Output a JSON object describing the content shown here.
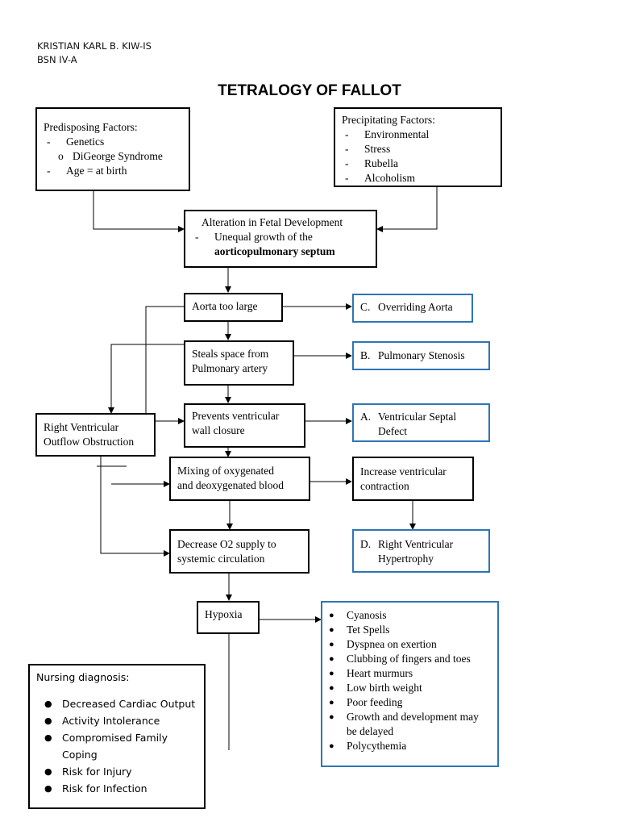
{
  "header": {
    "name": "KRISTIAN KARL B. KIW-IS",
    "class": "BSN IV-A"
  },
  "title": "TETRALOGY OF FALLOT",
  "predisposing": {
    "heading": "Predisposing Factors:",
    "items": [
      {
        "marker": "-",
        "text": "Genetics"
      },
      {
        "marker": "o",
        "text": "DiGeorge Syndrome",
        "sub": true
      },
      {
        "marker": "-",
        "text": "Age = at birth"
      }
    ]
  },
  "precipitating": {
    "heading": "Precipitating Factors:",
    "items": [
      {
        "marker": "-",
        "text": "Environmental"
      },
      {
        "marker": "-",
        "text": "Stress"
      },
      {
        "marker": "-",
        "text": "Rubella"
      },
      {
        "marker": "-",
        "text": "Alcoholism"
      }
    ]
  },
  "alteration": {
    "line1": "Alteration in Fetal Development",
    "marker": "-",
    "line2": "Unequal growth of the",
    "line3": "aorticopulmonary septum"
  },
  "flow": {
    "aorta_large": "Aorta too large",
    "steals_space_1": "Steals space from",
    "steals_space_2": "Pulmonary artery",
    "prevents_1": "Prevents ventricular",
    "prevents_2": "wall closure",
    "mixing_1": "Mixing of oxygenated",
    "mixing_2": "and deoxygenated blood",
    "decrease_1": "Decrease O2 supply to",
    "decrease_2": "systemic circulation",
    "hypoxia": "Hypoxia",
    "increase_1": "Increase ventricular",
    "increase_2": "contraction",
    "rvoo_1": "Right Ventricular",
    "rvoo_2": "Outflow Obstruction"
  },
  "defects": {
    "c_label": "C.",
    "c_text": "Overriding Aorta",
    "b_label": "B.",
    "b_text": "Pulmonary Stenosis",
    "a_label": "A.",
    "a_text_1": "Ventricular Septal",
    "a_text_2": "Defect",
    "d_label": "D.",
    "d_text_1": "Right Ventricular",
    "d_text_2": "Hypertrophy"
  },
  "manifestations": [
    "Cyanosis",
    "Tet Spells",
    "Dyspnea on exertion",
    "Clubbing of fingers and toes",
    "Heart murmurs",
    "Low birth weight",
    "Poor feeding",
    "Growth and development may be delayed",
    "Polycythemia"
  ],
  "nursing": {
    "heading": "Nursing diagnosis:",
    "items": [
      "Decreased Cardiac Output",
      "Activity Intolerance",
      "Compromised Family Coping",
      "Risk for Injury",
      "Risk for Infection"
    ]
  },
  "colors": {
    "outline_black": "#000000",
    "outline_blue": "#2e75b6"
  }
}
